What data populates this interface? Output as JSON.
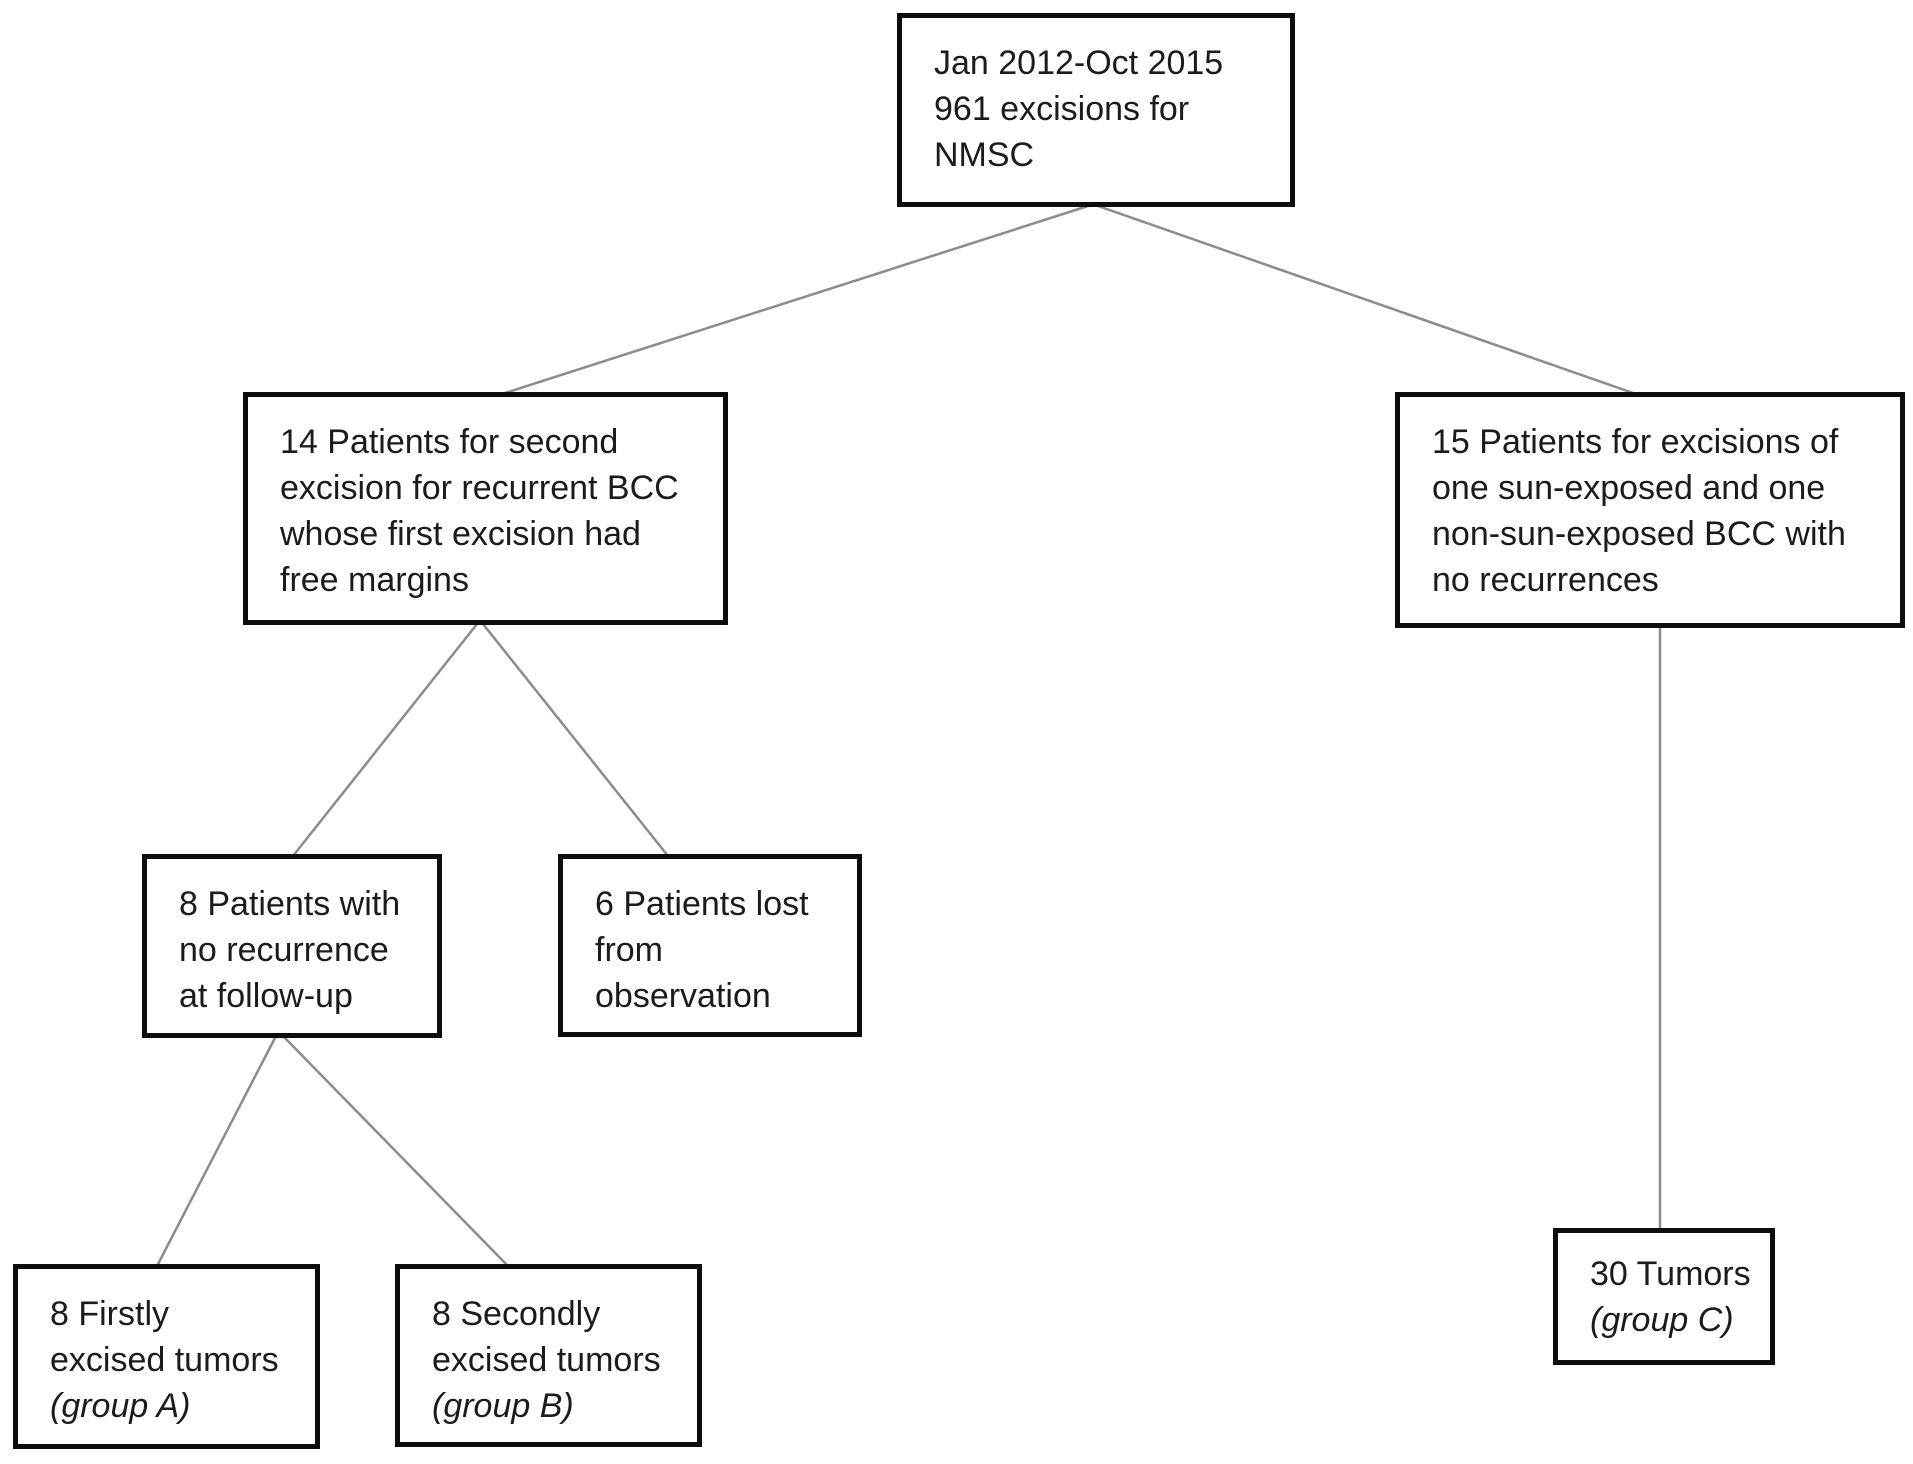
{
  "diagram": {
    "title": "Study enrollment flowchart",
    "colors": {
      "background": "#ffffff",
      "box_border": "#0d0d0d",
      "text": "#1b1b1b",
      "connector": "#8c8c8c"
    },
    "nodes": {
      "root": {
        "lines": [
          "Jan 2012-Oct 2015",
          "961 excisions for",
          "NMSC"
        ]
      },
      "recurrent": {
        "lines": [
          "14 Patients for second",
          "excision for recurrent BCC",
          "whose first excision had",
          "free margins"
        ]
      },
      "sporadic": {
        "lines": [
          "15 Patients for excisions of",
          "one sun-exposed and one",
          "non-sun-exposed BCC with",
          "no recurrences"
        ]
      },
      "no_recurrence": {
        "lines": [
          "8 Patients with",
          "no recurrence",
          "at follow-up"
        ]
      },
      "lost": {
        "lines": [
          "6 Patients lost",
          "from",
          "observation"
        ]
      },
      "group_a": {
        "lines": [
          "8 Firstly",
          "excised tumors"
        ],
        "group": "(group A)"
      },
      "group_b": {
        "lines": [
          "8 Secondly",
          "excised tumors"
        ],
        "group": "(group B)"
      },
      "group_c": {
        "lines": [
          "30 Tumors"
        ],
        "group": "(group C)"
      }
    }
  }
}
